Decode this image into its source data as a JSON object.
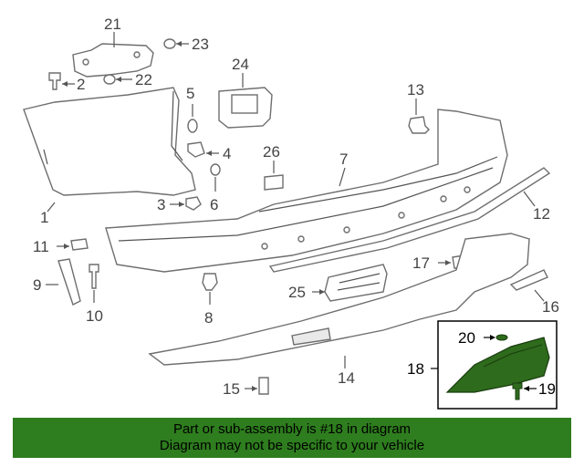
{
  "callouts": {
    "c1": "1",
    "c2": "2",
    "c3": "3",
    "c4": "4",
    "c5": "5",
    "c6": "6",
    "c7": "7",
    "c8": "8",
    "c9": "9",
    "c10": "10",
    "c11": "11",
    "c12": "12",
    "c13": "13",
    "c14": "14",
    "c15": "15",
    "c16": "16",
    "c17": "17",
    "c18": "18",
    "c19": "19",
    "c20": "20",
    "c21": "21",
    "c22": "22",
    "c23": "23",
    "c24": "24",
    "c25": "25",
    "c26": "26"
  },
  "banner": {
    "line1": "Part or sub-assembly is #18 in diagram",
    "line2": "Diagram may not be specific to your vehicle"
  },
  "colors": {
    "highlight": "#2e7d1e",
    "part_fill": "#2e6b1c",
    "line": "#6e6e6e"
  }
}
